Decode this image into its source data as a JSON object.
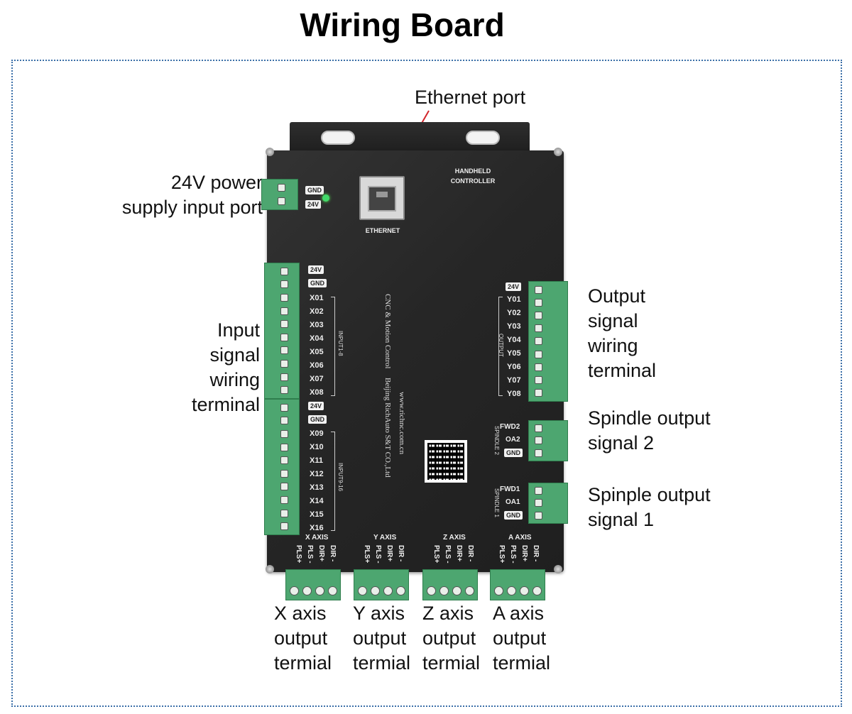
{
  "title": "Wiring Board",
  "callouts": {
    "ethernet": "Ethernet port",
    "power": [
      "24V power",
      "supply input port"
    ],
    "input": [
      "Input",
      "signal",
      "wiring",
      "terminal"
    ],
    "output": [
      "Output",
      "signal",
      "wiring",
      "terminal"
    ],
    "spindle2": [
      "Spindle output",
      "signal 2"
    ],
    "spindle1": [
      "Spinple output",
      "signal 1"
    ],
    "xaxis": [
      "X axis",
      "output",
      "termial"
    ],
    "yaxis": [
      "Y axis",
      "output",
      "termial"
    ],
    "zaxis": [
      "Z axis",
      "output",
      "termial"
    ],
    "aaxis": [
      "A axis",
      "output",
      "termial"
    ]
  },
  "board": {
    "handheld": [
      "HANDHELD",
      "CONTROLLER"
    ],
    "ethernet_label": "ETHERNET",
    "power_pins": [
      "GND",
      "24V"
    ],
    "input_block1_top": [
      "24V",
      "GND"
    ],
    "input_block1_pins": [
      "X01",
      "X02",
      "X03",
      "X04",
      "X05",
      "X06",
      "X07",
      "X08"
    ],
    "input_block1_group": "INPUT1-8",
    "input_block2_top": [
      "24V",
      "GND"
    ],
    "input_block2_pins": [
      "X09",
      "X10",
      "X11",
      "X12",
      "X13",
      "X14",
      "X15",
      "X16"
    ],
    "input_block2_group": "INPUT9-16",
    "output_top": "24V",
    "output_pins": [
      "Y01",
      "Y02",
      "Y03",
      "Y04",
      "Y05",
      "Y06",
      "Y07",
      "Y08"
    ],
    "output_group": "OUTPUT",
    "spindle2_pins": [
      "FWD2",
      "OA2",
      "GND"
    ],
    "spindle2_group": "SPINDLE 2",
    "spindle1_pins": [
      "FWD1",
      "OA1",
      "GND"
    ],
    "spindle1_group": "SPINDLE 1",
    "center_text1": "CNC & Motion Control",
    "center_text2": "www.richnc.com.cn",
    "center_text3": "Beijing RichAuto S&T CO.,Ltd",
    "axes": [
      {
        "name": "X AXIS",
        "pins": [
          "PLS+",
          "PLS -",
          "DIR+",
          "DIR -"
        ]
      },
      {
        "name": "Y AXIS",
        "pins": [
          "PLS+",
          "PLS -",
          "DIR+",
          "DIR -"
        ]
      },
      {
        "name": "Z AXIS",
        "pins": [
          "PLS+",
          "PLS -",
          "DIR+",
          "DIR -"
        ]
      },
      {
        "name": "A AXIS",
        "pins": [
          "PLS+",
          "PLS -",
          "DIR+",
          "DIR -"
        ]
      }
    ]
  },
  "colors": {
    "terminal": "#4da670",
    "board": "#262626",
    "frame_border": "#3b6fa8",
    "pointer": "#d2252b"
  }
}
